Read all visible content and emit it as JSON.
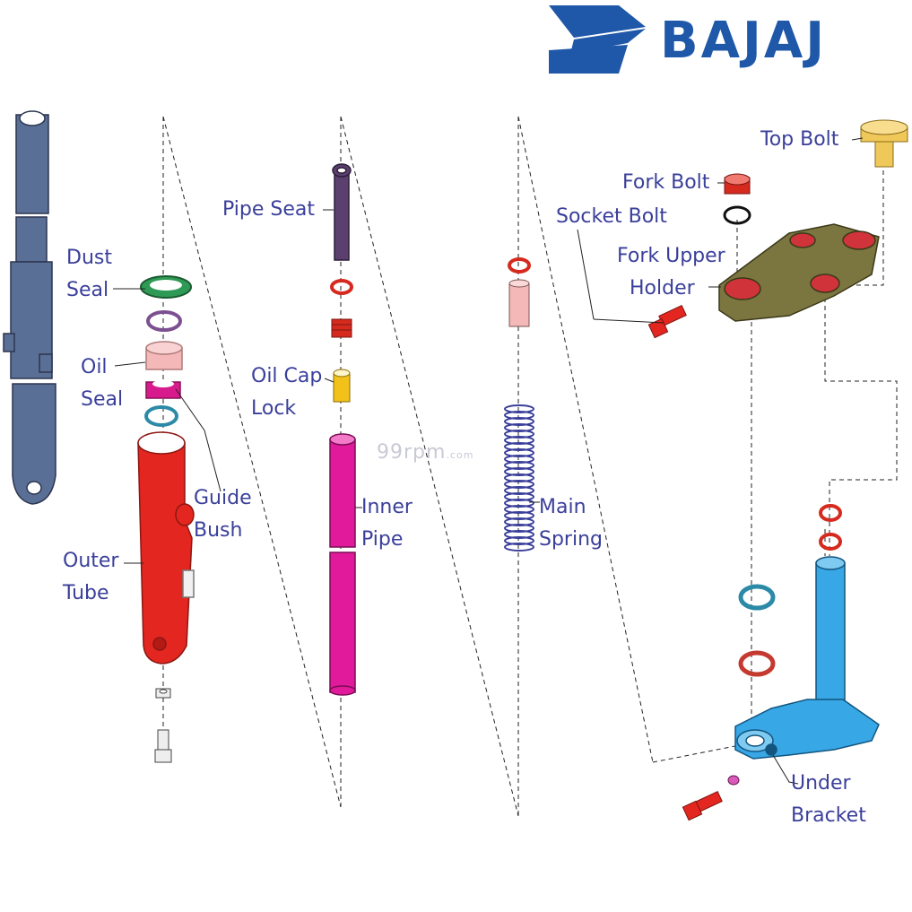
{
  "brand": {
    "name": "BAJAJ",
    "color": "#1f58a8"
  },
  "watermark": {
    "main": "99rpm",
    "suffix": ".com"
  },
  "label_color": "#3a3f9a",
  "labels": {
    "dust_seal": [
      "Dust",
      "Seal"
    ],
    "oil_seal": [
      "Oil",
      "Seal"
    ],
    "guide_bush": [
      "Guide",
      "Bush"
    ],
    "outer_tube": [
      "Outer",
      "Tube"
    ],
    "pipe_seat": "Pipe Seat",
    "oil_cap_lock": [
      "Oil Cap",
      "Lock"
    ],
    "inner_pipe": [
      "Inner",
      "Pipe"
    ],
    "main_spring": [
      "Main",
      "Spring"
    ],
    "top_bolt": "Top Bolt",
    "fork_bolt": "Fork Bolt",
    "socket_bolt": "Socket Bolt",
    "fork_upper_holder": [
      "Fork Upper",
      "Holder"
    ],
    "under_bracket": [
      "Under",
      "Bracket"
    ]
  },
  "part_colors": {
    "fork_leg": "#5a6f95",
    "dust_seal": "#2f9a55",
    "oil_seal": "#f4b8b8",
    "guide_bush": "#d81b8c",
    "outer_tube": "#e3261f",
    "pipe_seat": "#5b3f6e",
    "oil_cap_lock": "#f2c21a",
    "inner_pipe": "#e01a9a",
    "main_spring": "#3a3f9a",
    "top_bolt": "#f0c85a",
    "fork_upper_holder": "#7b7640",
    "under_bracket": "#37a7e6",
    "socket_bolt": "#e3261f"
  }
}
